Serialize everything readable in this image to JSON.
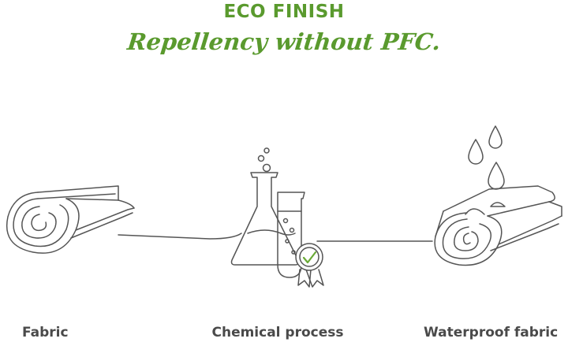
{
  "header": {
    "title": "ECO FINISH",
    "tagline": "Repellency without PFC."
  },
  "stages": [
    {
      "label": "Fabric",
      "icon": "rolled-fabric-icon"
    },
    {
      "label": "Chemical process",
      "icon": "lab-flask-icon"
    },
    {
      "label": "Waterproof fabric",
      "icon": "waterproof-fabric-icon"
    }
  ],
  "colors": {
    "accent": "#5a9a2e",
    "line": "#555555",
    "label": "#4a4a4a",
    "check": "#6aaa36"
  }
}
